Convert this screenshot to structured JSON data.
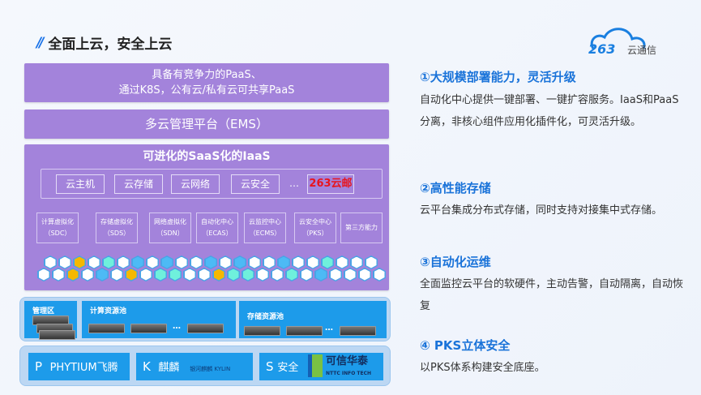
{
  "header": {
    "title": "全面上云，安全上云",
    "logo_text": "263云通信"
  },
  "diagram": {
    "paas_line1": "具备有竞争力的PaaS、",
    "paas_line2": "通过K8S，公有云/私有云可共享PaaS",
    "ems": "多云管理平台（EMS）",
    "iaas_title": "可进化的SaaS化的IaaS",
    "services": [
      "云主机",
      "云存储",
      "云网络",
      "云安全"
    ],
    "ellipsis": "…",
    "mail": "263云邮",
    "capabilities": [
      {
        "name": "计算虚拟化",
        "abbr": "（SDC）"
      },
      {
        "name": "存储虚拟化",
        "abbr": "（SDS）"
      },
      {
        "name": "网络虚拟化",
        "abbr": "（SDN）"
      },
      {
        "name": "自动化中心",
        "abbr": "（ECAS）"
      },
      {
        "name": "云监控中心",
        "abbr": "（ECMS）"
      },
      {
        "name": "云安全中心",
        "abbr": "（PKS）"
      },
      {
        "name": "第三方能力",
        "abbr": ""
      }
    ],
    "hex_colors": {
      "w": "#ffffff",
      "y": "#f5b800",
      "t": "#6ff0dc",
      "b": "#4dbaf5"
    },
    "hex_row1": "wwywtwbwbwwbwbwwbwwtwww",
    "hex_row2": "wwywbwywttwwyttwwtwbwwww",
    "mgmt": "管理区",
    "compute": "计算资源池",
    "storage": "存储资源池",
    "os": [
      {
        "letter": "P",
        "name": "PHYTIUM飞腾"
      },
      {
        "letter": "K",
        "name": "麒麟",
        "brand": "银河麒麟 KYLIN"
      },
      {
        "letter": "S",
        "name": "安全",
        "brand": "可信华泰",
        "brand_sub": "NTTC INFO TECH"
      }
    ]
  },
  "features": [
    {
      "title": "①大规模部署能力，灵活升级",
      "text": "自动化中心提供一键部署、一键扩容服务。IaaS和PaaS分离，非核心组件应用化插件化，可灵活升级。"
    },
    {
      "title": "②高性能存储",
      "text": "云平台集成分布式存储，同时支持对接集中式存储。"
    },
    {
      "title": "③自动化运维",
      "text": "全面监控云平台的软硬件，主动告警，自动隔离，自动恢复"
    },
    {
      "title": "④ PKS立体安全",
      "text": "以PKS体系构建安全底座。"
    }
  ]
}
